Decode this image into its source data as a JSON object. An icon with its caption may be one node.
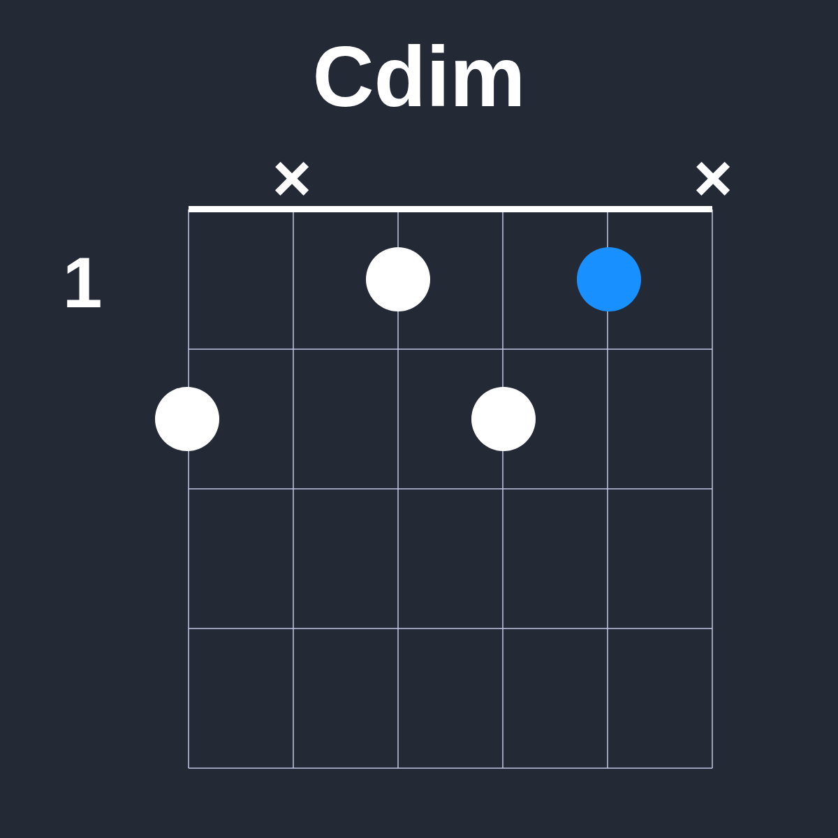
{
  "diagram": {
    "title": "Cdim",
    "nodes": [
      {
        "text": [],
        "shape": "circle"
      },
      {
        "text": [],
        "shape": "circle"
      },
      {
        "text": [],
        "shape": "circle"
      },
      {
        "text": [],
        "shape": "circle"
      }
    ],
    "labels": [
      "×",
      "×",
      "1"
    ]
  }
}
